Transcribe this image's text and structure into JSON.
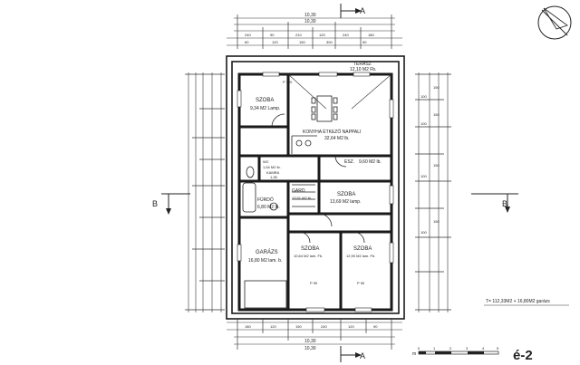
{
  "section_markers": {
    "a_top": "A",
    "a_bottom": "A",
    "b_left": "B",
    "b_right": "B"
  },
  "rooms": {
    "terasz": {
      "name": "TERASZ",
      "area": "12,10 M2 Fb."
    },
    "szoba_nw": {
      "name": "SZOBA",
      "area": "9,34 M2 Lamp."
    },
    "konyha": {
      "name": "KONYHA ÉTKEZŐ NAPPALI",
      "area": "32,64 M2 lb."
    },
    "wc": {
      "name": "WC",
      "area": "1,54 M2 lb."
    },
    "kamra": {
      "name": "KAMRA",
      "area": "1,35"
    },
    "fürdo": {
      "name": "FÜRDŐ",
      "area": "6,80 M2 lb."
    },
    "gard": {
      "name": "GARD.",
      "area": "13,51 M2 lb."
    },
    "esz": {
      "name": "ESZ.",
      "area": "9,60 M2 lb."
    },
    "szoba_center": {
      "name": "SZOBA",
      "area": "13,69 M2 lamp."
    },
    "garazs": {
      "name": "GARÁZS",
      "area": "16,80 M2 lam. b."
    },
    "szoba_sw": {
      "name": "SZOBA",
      "area": "10,64 M2 lam. Fb."
    },
    "szoba_se": {
      "name": "SZOBA",
      "area": "12,90 M2 lam. Fb."
    }
  },
  "top_dims": [
    "10,30",
    "10,30"
  ],
  "bottom_dims": [
    "10,30",
    "10,30"
  ],
  "openings": [
    "P 120",
    "P 90",
    "P 90"
  ],
  "summary_note": "T= 112,33M2 + 16,80M2 garázs",
  "scale_bar": {
    "unit": "m",
    "ticks": [
      "0",
      "1",
      "2",
      "3",
      "4",
      "5"
    ]
  },
  "sheet_id": "é-2"
}
